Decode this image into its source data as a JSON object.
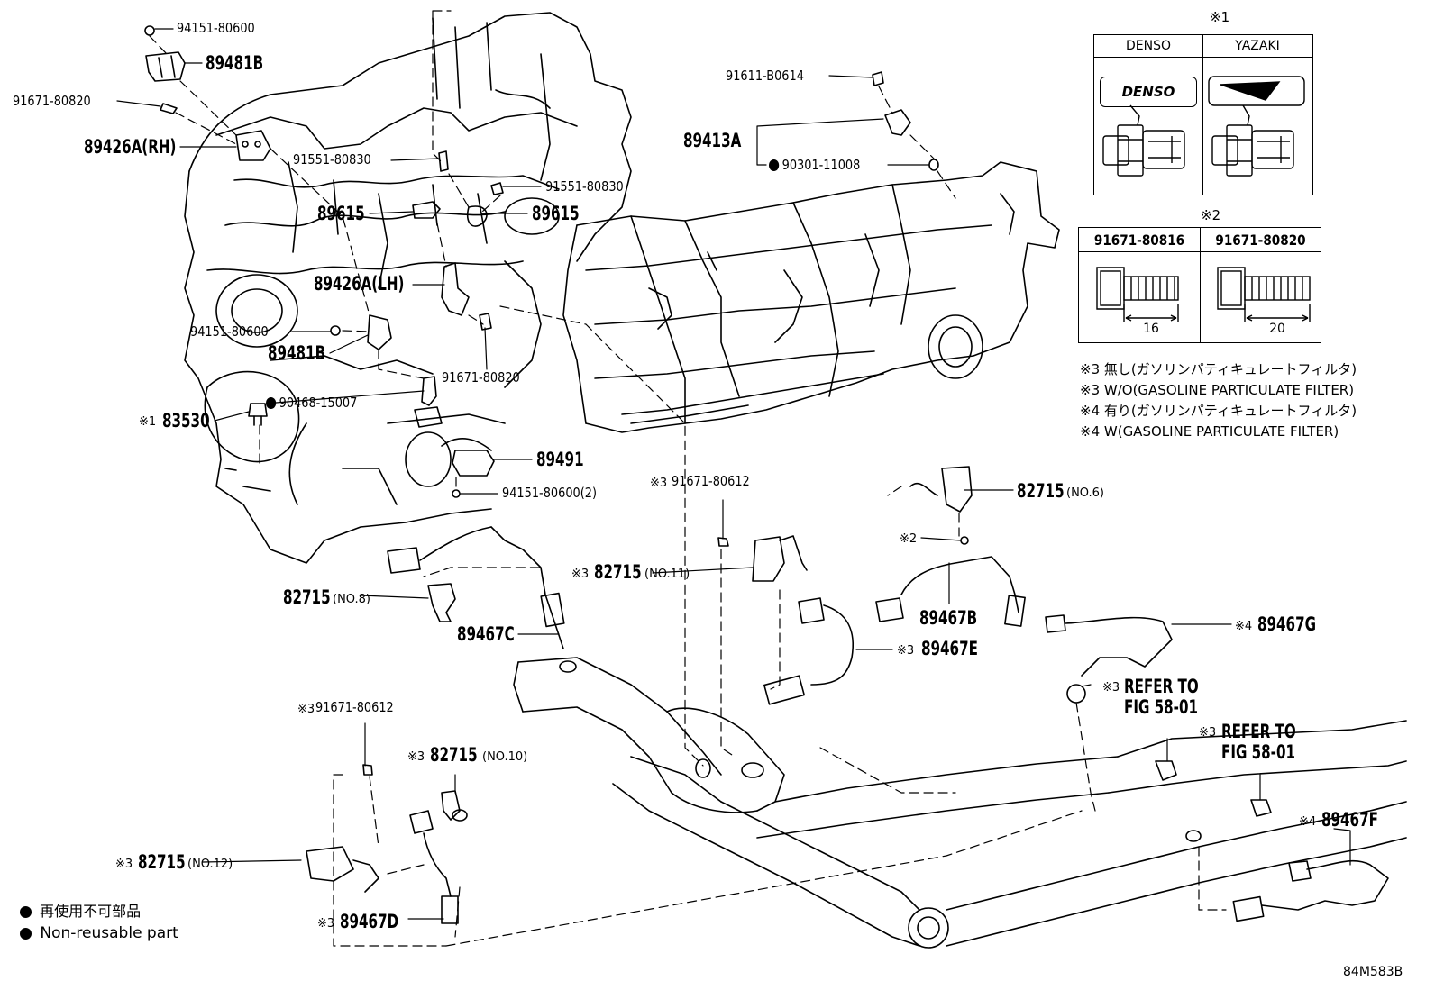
{
  "diagram_code": "84M583B",
  "legend": {
    "items": [
      {
        "text": "再使用不可部品"
      },
      {
        "text": "Non-reusable part"
      }
    ]
  },
  "notes": {
    "n1": "※3 無し(ガソリンパティキュレートフィルタ)",
    "n2": "※3 W/O(GASOLINE PARTICULATE FILTER)",
    "n3": "※4 有り(ガソリンパティキュレートフィルタ)",
    "n4": "※4 W(GASOLINE PARTICULATE FILTER)"
  },
  "inset1": {
    "mark": "※1",
    "col1": "DENSO",
    "col2": "YAZAKI",
    "brand_text": "DENSO"
  },
  "inset2": {
    "mark": "※2",
    "col1": "91671-80816",
    "col2": "91671-80820",
    "dim1": "16",
    "dim2": "20"
  },
  "labels": {
    "p94151_80600_top": "94151-80600",
    "p89481B_top": "89481B",
    "p91671_80820_top": "91671-80820",
    "p89426A_RH": "89426A(RH)",
    "p91551_80830_a": "91551-80830",
    "p91551_80830_b": "91551-80830",
    "p89615_a": "89615",
    "p89615_b": "89615",
    "p89426A_LH": "89426A(LH)",
    "p94151_80600_mid": "94151-80600",
    "p89481B_mid": "89481B",
    "p91671_80820_mid": "91671-80820",
    "p90468_15007": "90468-15007",
    "p83530_mark": "※1",
    "p83530": "83530",
    "p89491": "89491",
    "p94151_80600_2": "94151-80600(2)",
    "p91611_B0614": "91611-B0614",
    "p89413A": "89413A",
    "p90301_11008": "90301-11008",
    "p91671_80612_a_mark": "※3",
    "p91671_80612_a": "91671-80612",
    "p82715_no11_mark": "※3",
    "p82715_no11": "82715",
    "p82715_no11_sub": "(NO.11)",
    "p82715_no6": "82715",
    "p82715_no6_sub": "(NO.6)",
    "p_mark2": "※2",
    "p82715_no8": "82715",
    "p82715_no8_sub": "(NO.8)",
    "p89467C": "89467C",
    "p89467B": "89467B",
    "p89467E_mark": "※3",
    "p89467E": "89467E",
    "p89467G_mark": "※4",
    "p89467G": "89467G",
    "p_refer1_mark": "※3",
    "p_refer1_a": "REFER TO",
    "p_refer1_b": "FIG 58-01",
    "p_refer2_mark": "※3",
    "p_refer2_a": "REFER TO",
    "p_refer2_b": "FIG 58-01",
    "p91671_80612_b_mark": "※3",
    "p91671_80612_b": "91671-80612",
    "p82715_no10_mark": "※3",
    "p82715_no10": "82715",
    "p82715_no10_sub": "(NO.10)",
    "p82715_no12_mark": "※3",
    "p82715_no12": "82715",
    "p82715_no12_sub": "(NO.12)",
    "p89467D_mark": "※3",
    "p89467D": "89467D",
    "p89467F_mark": "※4",
    "p89467F": "89467F"
  }
}
